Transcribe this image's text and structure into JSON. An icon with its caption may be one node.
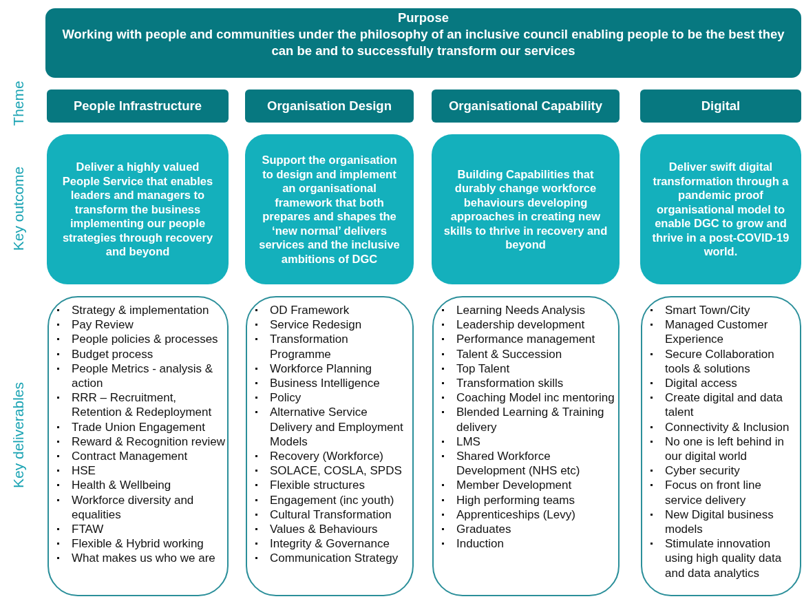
{
  "diagram": {
    "nodes": [
      {
        "text": [
          "Purpose",
          "Working with people and communities under the philosophy of an inclusive council enabling people to be the best they can be and to successfully transform our services"
        ]
      },
      {
        "text": [
          "People Infrastructure"
        ]
      },
      {
        "text": [
          "Organisation Design"
        ]
      },
      {
        "text": [
          "Organisational Capability"
        ]
      },
      {
        "text": [
          "Digital"
        ]
      },
      {
        "text": [
          "Deliver a highly valued People Service that enables leaders and managers to transform the business implementing our people strategies through recovery and beyond"
        ]
      },
      {
        "text": [
          "Support the organisation to design and implement an organisational framework that both prepares and shapes the ‘new normal’ delivers services and the inclusive ambitions of DGC"
        ]
      },
      {
        "text": [
          "Building Capabilities that durably change workforce behaviours developing approaches in creating new skills to thrive in recovery and beyond"
        ]
      },
      {
        "text": [
          "Deliver swift digital transformation through a pandemic proof organisational model to enable DGC to grow and thrive in a post-COVID-19 world."
        ]
      },
      {
        "text": [
          "Strategy & implementation",
          "Pay Review",
          "People policies & processes",
          "Budget process",
          "People Metrics - analysis & action",
          "RRR – Recruitment, Retention & Redeployment",
          "Trade Union Engagement",
          "Reward & Recognition review",
          "Contract Management",
          "HSE",
          "Health & Wellbeing",
          "Workforce diversity and equalities",
          "FTAW",
          "Flexible & Hybrid working",
          "What makes us who we are"
        ]
      },
      {
        "text": [
          "OD Framework",
          "Service Redesign",
          "Transformation Programme",
          "Workforce Planning",
          "Business Intelligence",
          "Policy",
          "Alternative Service Delivery and Employment Models",
          "Recovery (Workforce)",
          "SOLACE, COSLA, SPDS",
          "Flexible structures",
          "Engagement (inc youth)",
          "Cultural Transformation",
          "Values & Behaviours",
          "Integrity & Governance",
          "Communication Strategy"
        ]
      },
      {
        "text": [
          "Learning Needs Analysis",
          "Leadership development",
          "Performance management",
          "Talent & Succession",
          "Top Talent",
          "Transformation skills",
          "Coaching Model inc mentoring",
          "Blended Learning & Training delivery",
          "LMS",
          "Shared Workforce Development (NHS etc)",
          "Member Development",
          "High performing teams",
          "Apprenticeships (Levy)",
          "Graduates",
          "Induction"
        ]
      },
      {
        "text": [
          "Smart Town/City",
          "Managed Customer Experience",
          "Secure Collaboration tools & solutions",
          "Digital access",
          "Create digital and data talent",
          "Connectivity & Inclusion",
          "No one is left behind in our digital world",
          "Cyber security",
          "Focus on front line service delivery",
          "New Digital business models",
          "Stimulate innovation using high quality data and data analytics"
        ]
      }
    ],
    "labels": [
      "Theme",
      "Key outcome",
      "Key deliverables"
    ]
  }
}
